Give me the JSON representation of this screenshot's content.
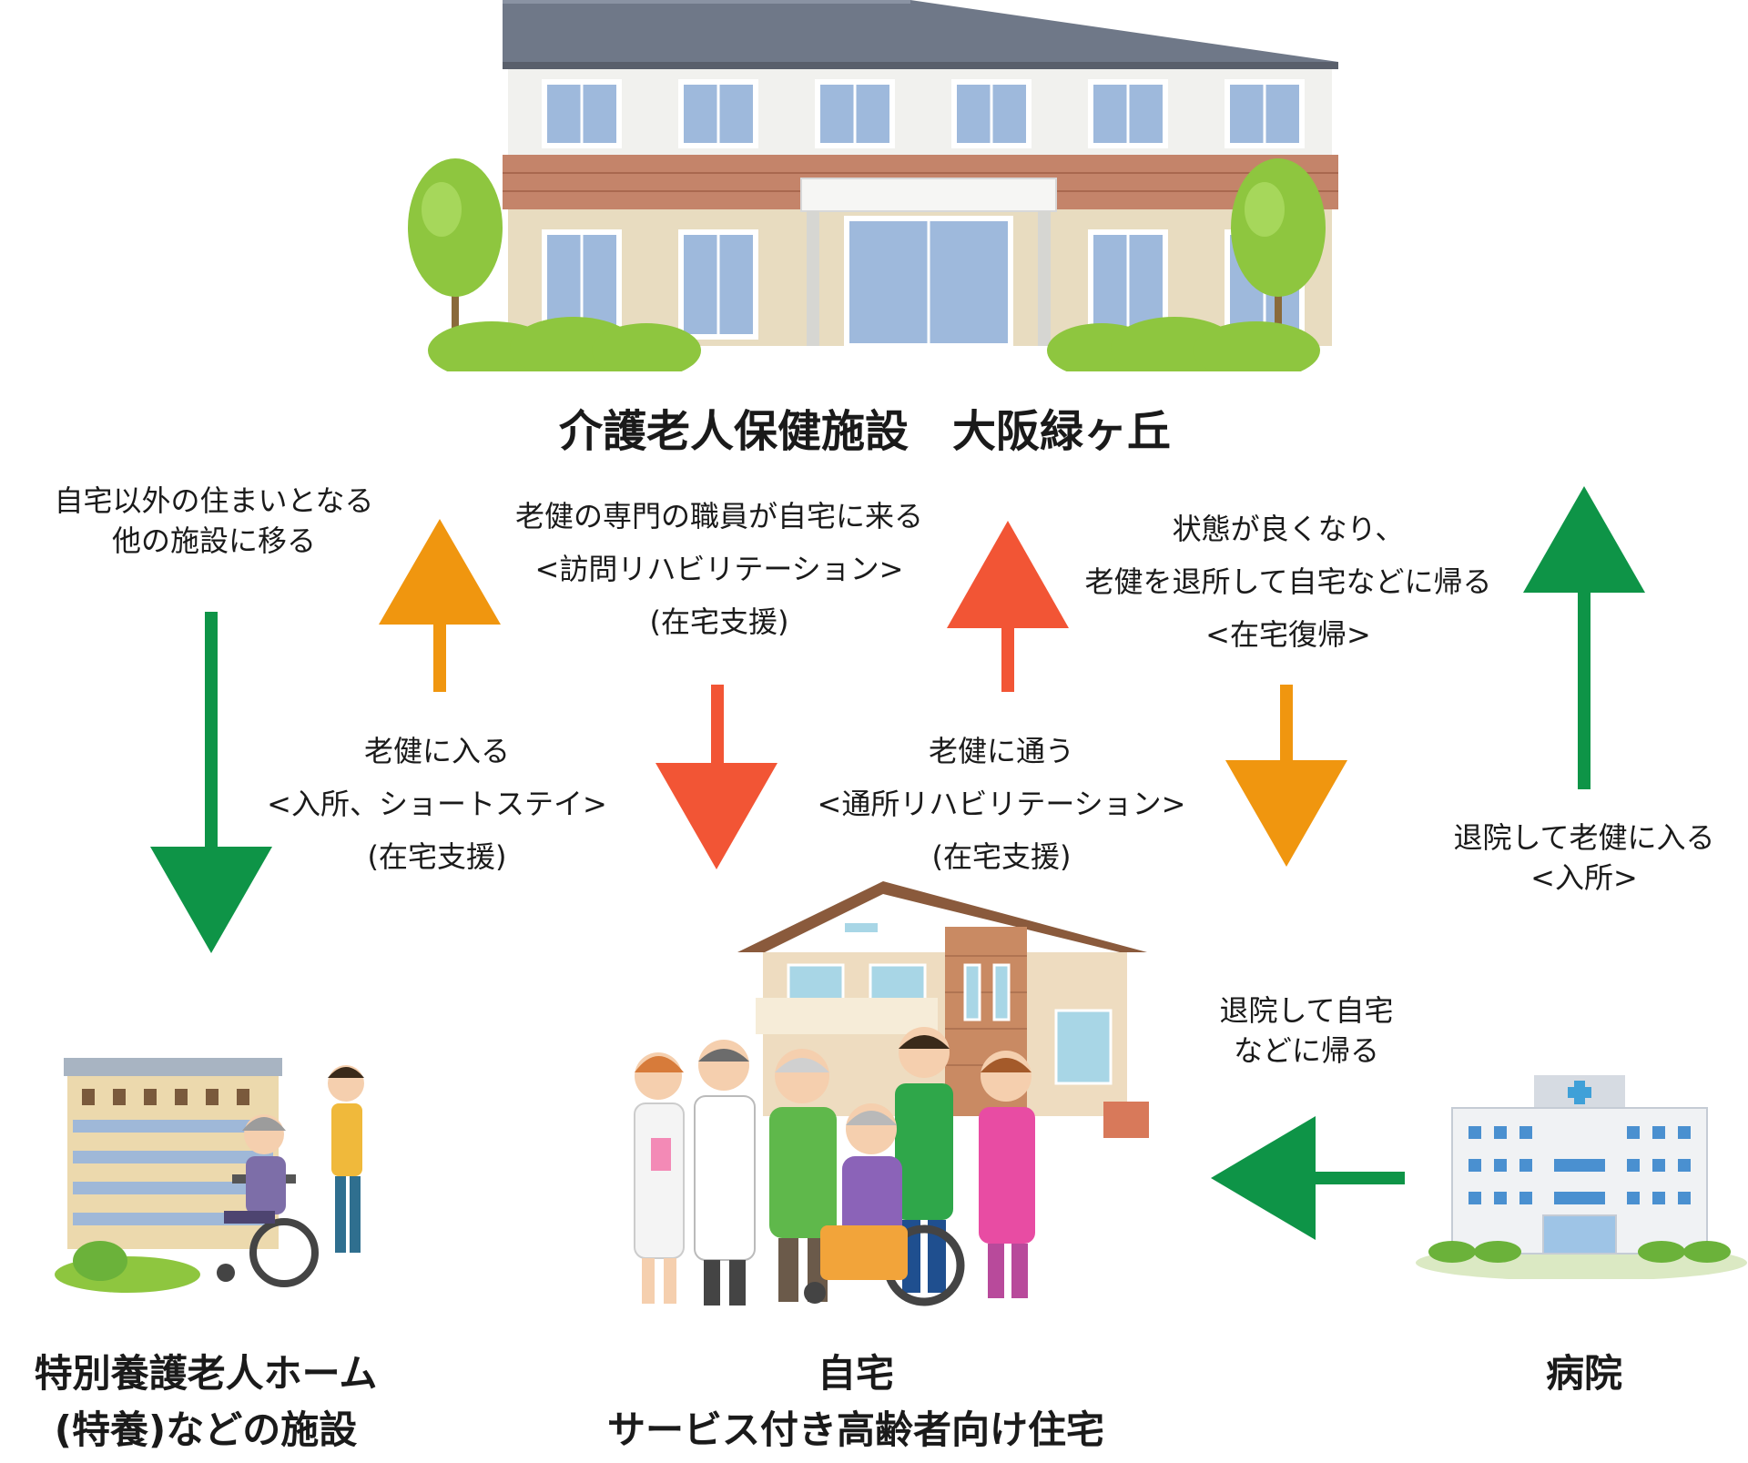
{
  "nodes": {
    "facility": {
      "title": "介護老人保健施設　大阪緑ヶ丘"
    },
    "special_home": {
      "line1": "特別養護老人ホーム",
      "line2": "(特養)などの施設"
    },
    "home": {
      "line1": "自宅",
      "line2": "サービス付き高齢者向け住宅"
    },
    "hospital": {
      "title": "病院"
    }
  },
  "flows": {
    "to_other_facility": {
      "line1": "自宅以外の住まいとなる",
      "line2": "他の施設に移る"
    },
    "enter_roken": {
      "line1": "老健に入る",
      "line2": "<入所、ショートステイ>",
      "line3": "(在宅支援)"
    },
    "visit_rehab": {
      "line1": "老健の専門の職員が自宅に来る",
      "line2": "<訪問リハビリテーション>",
      "line3": "(在宅支援)"
    },
    "day_rehab": {
      "line1": "老健に通う",
      "line2": "<通所リハビリテーション>",
      "line3": "(在宅支援)"
    },
    "return_home": {
      "line1": "状態が良くなり、",
      "line2": "老健を退所して自宅などに帰る",
      "line3": "<在宅復帰>"
    },
    "hospital_to_roken": {
      "line1": "退院して老健に入る",
      "line2": "<入所>"
    },
    "hospital_to_home": {
      "line1": "退院して自宅",
      "line2": "などに帰る"
    }
  },
  "colors": {
    "green": "#0e9447",
    "orange": "#f0960f",
    "red": "#f25535"
  },
  "icons": [
    "care-facility-building-illustration",
    "tree-icon",
    "bush-icon",
    "nursing-home-illustration",
    "house-illustration",
    "care-staff-group-illustration",
    "wheelchair-icon",
    "hospital-illustration",
    "medical-cross-icon"
  ]
}
